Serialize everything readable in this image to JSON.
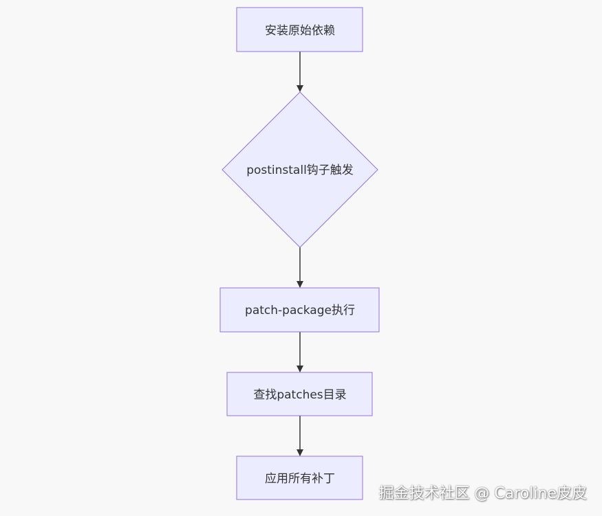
{
  "diagram": {
    "type": "flowchart",
    "node_fill": "#ececff",
    "node_stroke": "#9370db",
    "edge_color": "#333333",
    "nodes": [
      {
        "id": "install",
        "label": "安装原始依赖",
        "shape": "rect"
      },
      {
        "id": "postinstall",
        "label": "postinstall钩子触发",
        "shape": "diamond"
      },
      {
        "id": "patch",
        "label": "patch-package执行",
        "shape": "rect"
      },
      {
        "id": "find",
        "label": "查找patches目录",
        "shape": "rect"
      },
      {
        "id": "apply",
        "label": "应用所有补丁",
        "shape": "rect"
      }
    ],
    "edges": [
      {
        "from": "install",
        "to": "postinstall"
      },
      {
        "from": "postinstall",
        "to": "patch"
      },
      {
        "from": "patch",
        "to": "find"
      },
      {
        "from": "find",
        "to": "apply"
      }
    ]
  },
  "watermark": {
    "text": "掘金技术社区 @ Caroline皮皮"
  }
}
